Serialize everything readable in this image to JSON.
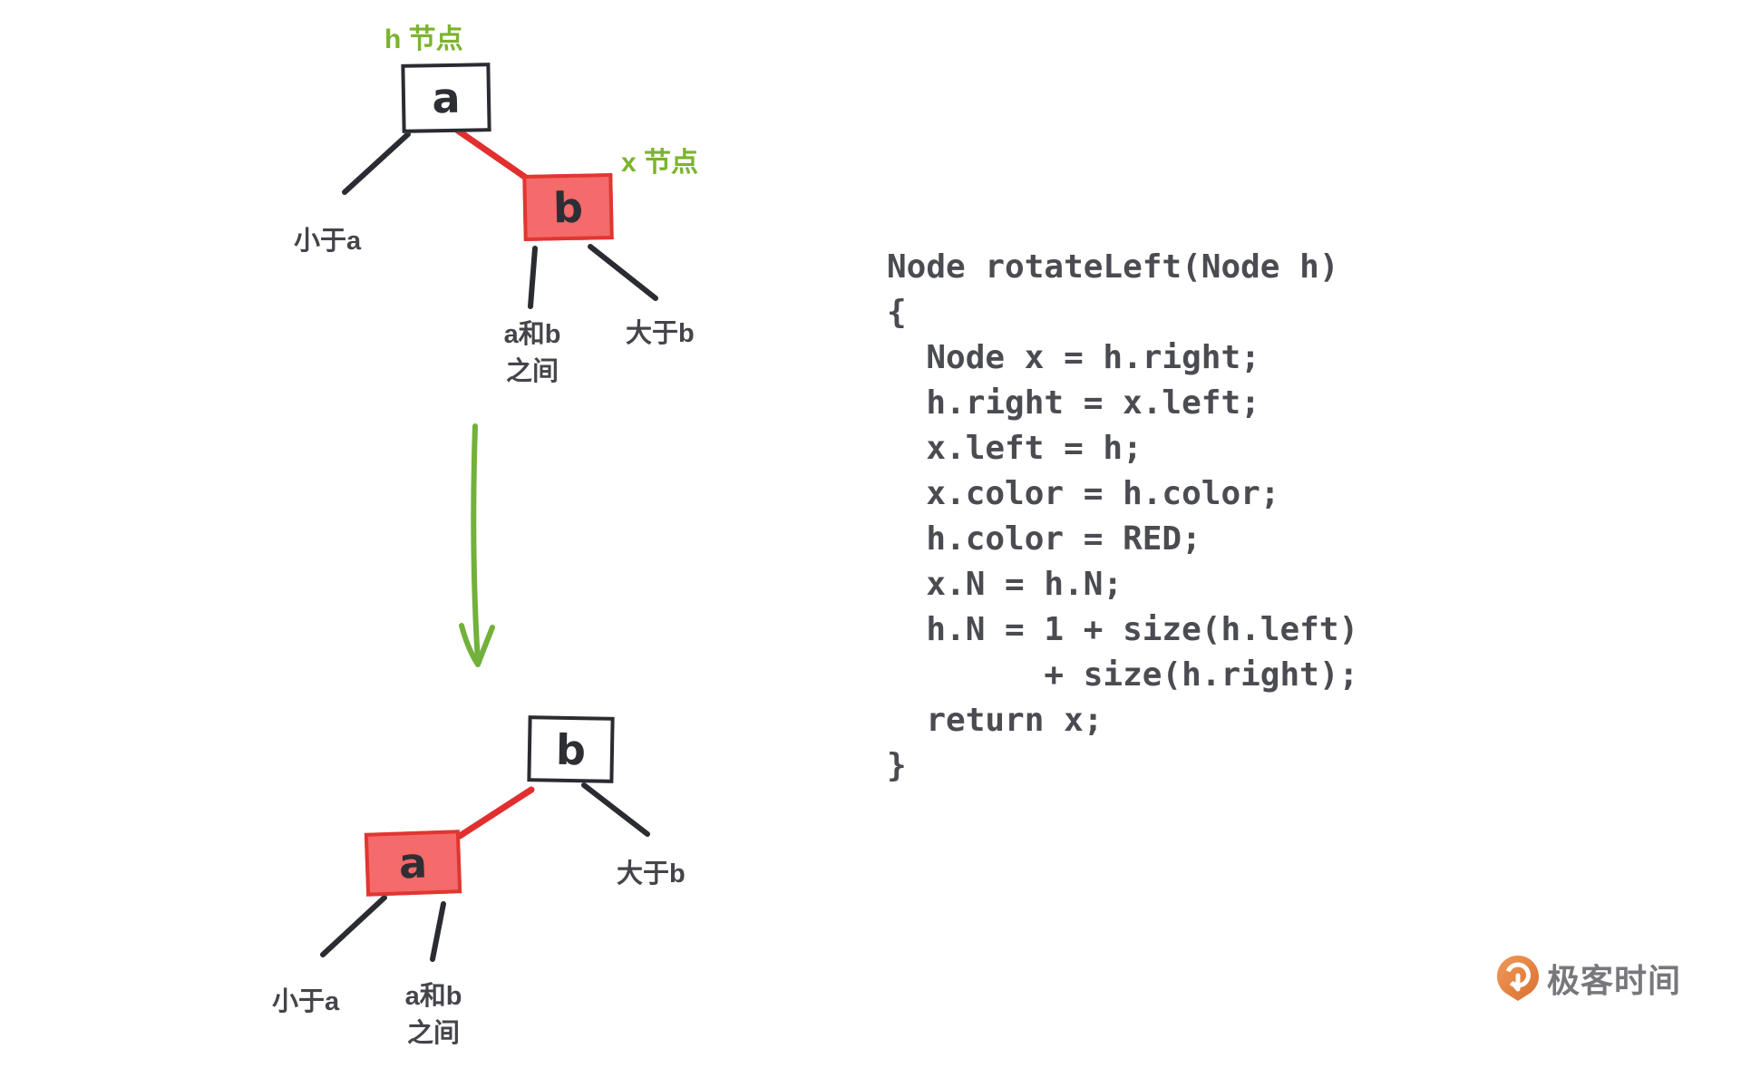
{
  "before": {
    "h_node_label": "h 节点",
    "x_node_label": "x 节点",
    "node_a": "a",
    "node_b": "b",
    "less_than_a": "小于a",
    "between_line1": "a和b",
    "between_line2": "之间",
    "greater_than_b": "大于b"
  },
  "after": {
    "node_a": "a",
    "node_b": "b",
    "less_than_a": "小于a",
    "between_line1": "a和b",
    "between_line2": "之间",
    "greater_than_b": "大于b"
  },
  "code": {
    "lines": [
      "Node rotateLeft(Node h)",
      "{",
      "  Node x = h.right;",
      "  h.right = x.left;",
      "  x.left = h;",
      "  x.color = h.color;",
      "  h.color = RED;",
      "  x.N = h.N;",
      "  h.N = 1 + size(h.left)",
      "        + size(h.right);",
      "  return x;",
      "}"
    ]
  },
  "logo": {
    "brand": "极客时间"
  },
  "colors": {
    "node_red_fill": "#f56a6a",
    "node_red_border": "#e13631",
    "node_border_dark": "#2b2c31",
    "edge_black": "#2b2c31",
    "edge_red": "#e12f2f",
    "label_green": "#7cb32e",
    "arrow_green": "#72b13c",
    "code_text": "#4b4c52",
    "label_text": "#44454b",
    "logo_orange": "#e5824a",
    "logo_text": "#77777c"
  }
}
